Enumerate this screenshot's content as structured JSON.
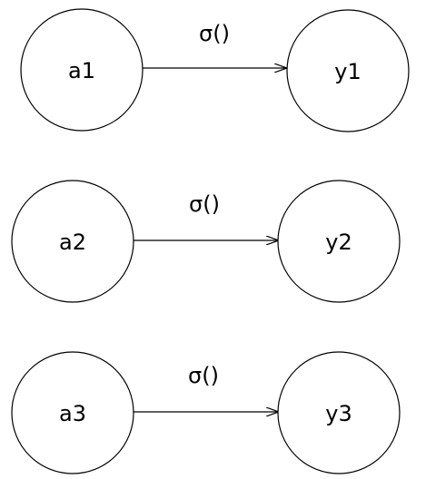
{
  "diagram": {
    "rows": [
      {
        "source": "a1",
        "target": "y1",
        "label": "σ()"
      },
      {
        "source": "a2",
        "target": "y2",
        "label": "σ()"
      },
      {
        "source": "a3",
        "target": "y3",
        "label": "σ()"
      }
    ]
  }
}
